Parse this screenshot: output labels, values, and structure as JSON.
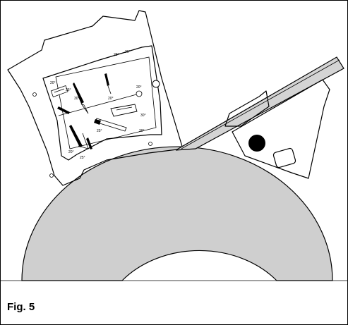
{
  "figure": {
    "caption": "Fig. 5",
    "angle_labels": [
      "20°",
      "25°",
      "30°",
      "20°",
      "20°",
      "25°",
      "30°",
      "25°",
      "30°",
      "20°",
      "25°",
      "30°"
    ]
  },
  "colors": {
    "wheel_fill": "#cfcfcf",
    "bar_fill": "#d4d4d4",
    "line": "#000000",
    "knob": "#000000"
  }
}
